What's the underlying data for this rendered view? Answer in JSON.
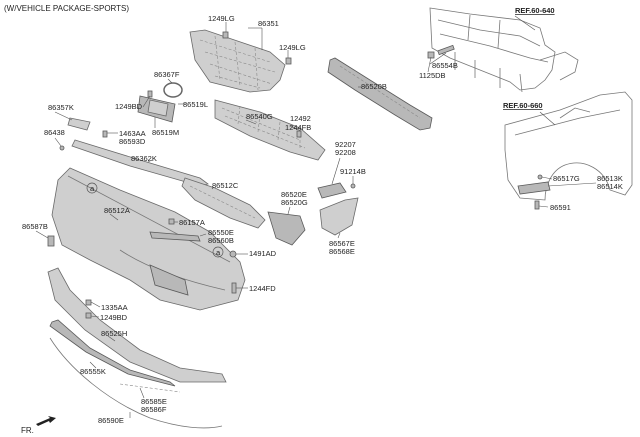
{
  "header": "(W/VEHICLE PACKAGE-SPORTS)",
  "refs": [
    "REF.60-640",
    "REF.60-660"
  ],
  "labels": {
    "p1249LG_a": "1249LG",
    "p86351": "86351",
    "p1249LG_b": "1249LG",
    "p86367F": "86367F",
    "p1249BD_a": "1249BD",
    "p86519L": "86519L",
    "p86519M": "86519M",
    "p86357K": "86357K",
    "p86438": "86438",
    "p1463AA": "1463AA",
    "p86593D": "86593D",
    "p86540G": "86540G",
    "p12492": "12492",
    "p1244FB": "1244FB",
    "p86520B": "86520B",
    "p86554B": "86554B",
    "p1125DB": "1125DB",
    "p92207": "92207",
    "p92208": "92208",
    "p91214B": "91214B",
    "p86362K": "86362K",
    "p86512C": "86512C",
    "p86520E": "86520E",
    "p86520G": "86520G",
    "p86587B": "86587B",
    "p86512A": "86512A",
    "p86157A": "86157A",
    "p86550E": "86550E",
    "p86560B": "86560B",
    "p86567E": "86567E",
    "p86568E": "86568E",
    "p1491AD": "1491AD",
    "p1244FD": "1244FD",
    "p1335AA": "1335AA",
    "p1249BD_b": "1249BD",
    "p86525H": "86525H",
    "p86555K": "86555K",
    "p86585E": "86585E",
    "p86586F": "86586F",
    "p86590E": "86590E",
    "p86517G": "86517G",
    "p86513K": "86513K",
    "p86514K": "86514K",
    "p86591": "86591",
    "circle_a": "a",
    "front_mark": "FR."
  }
}
